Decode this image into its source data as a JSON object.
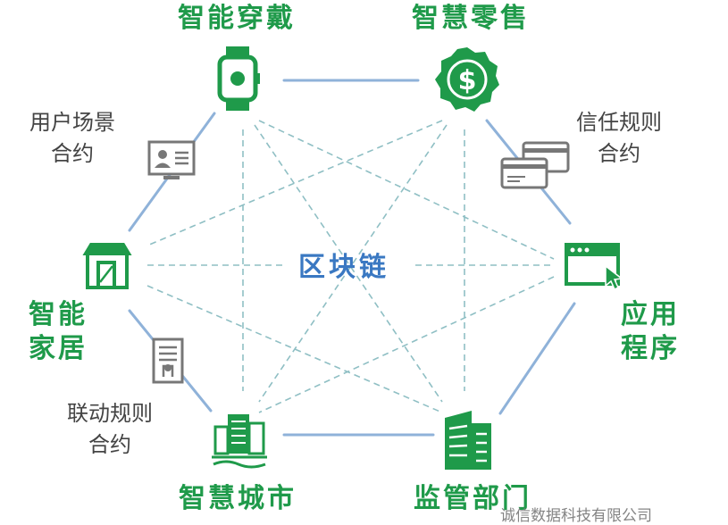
{
  "diagram": {
    "center": {
      "label": "区块链"
    },
    "nodes": {
      "wearable": {
        "label": "智能穿戴",
        "icon": "smartwatch-icon"
      },
      "retail": {
        "label": "智慧零售",
        "icon": "dollar-badge-icon"
      },
      "app": {
        "label_line1": "应用",
        "label_line2": "程序",
        "icon": "browser-window-icon"
      },
      "regulator": {
        "label": "监管部门",
        "icon": "office-building-icon"
      },
      "city": {
        "label": "智慧城市",
        "icon": "city-skyline-icon"
      },
      "home": {
        "label_line1": "智能",
        "label_line2": "家居",
        "icon": "house-icon"
      }
    },
    "contracts": {
      "user_scene": {
        "line1": "用户场景",
        "line2": "合约",
        "icon": "id-card-icon"
      },
      "trust_rule": {
        "line1": "信任规则",
        "line2": "合约",
        "icon": "cards-icon"
      },
      "linkage_rule": {
        "line1": "联动规则",
        "line2": "合约",
        "icon": "certificate-icon"
      }
    },
    "colors": {
      "green": "#1f9a4a",
      "blue": "#3a78c2",
      "solid_edge": "#8fb2d9",
      "dashed_edge": "#8fbfc4",
      "gray": "#777777"
    }
  },
  "watermark": {
    "text": "诚信数据科技有限公司"
  }
}
